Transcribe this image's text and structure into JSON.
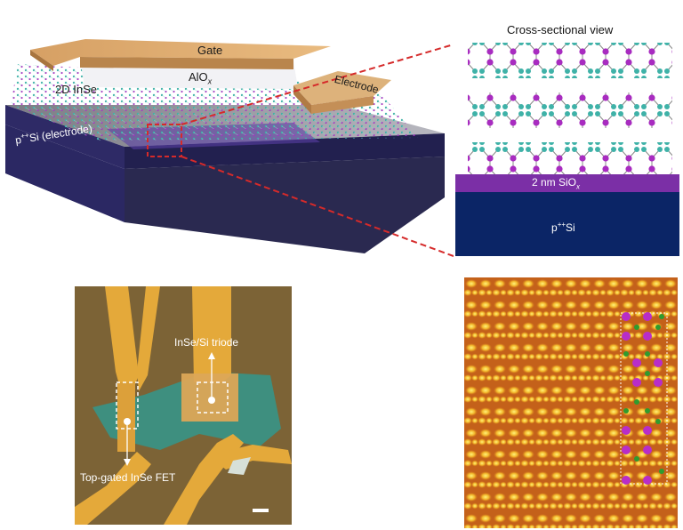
{
  "panel_a": {
    "gate_label": "Gate",
    "dielectric_label": "AlO",
    "dielectric_sub": "x",
    "channel_label": "2D InSe",
    "electrode_label": "Electrode",
    "substrate_label_prefix": "p",
    "substrate_label_sup": "++",
    "substrate_label_rest": "Si (electrode)"
  },
  "cross_section": {
    "title": "Cross-sectional view",
    "oxide_label_prefix": "2 nm SiO",
    "oxide_label_sub": "x",
    "substrate_prefix": "p",
    "substrate_sup": "++",
    "substrate_rest": "Si",
    "colors": {
      "selenium": "#3fb2a8",
      "indium": "#a82cc0",
      "oxide": "#7b2fa6",
      "silicon": "#0b2566"
    }
  },
  "micrograph": {
    "triode_label": "InSe/Si triode",
    "fet_label": "Top-gated InSe FET"
  },
  "stem_image": {
    "atom_colors": {
      "indium": "#b82dc8",
      "selenium": "#2f9b2f"
    }
  }
}
